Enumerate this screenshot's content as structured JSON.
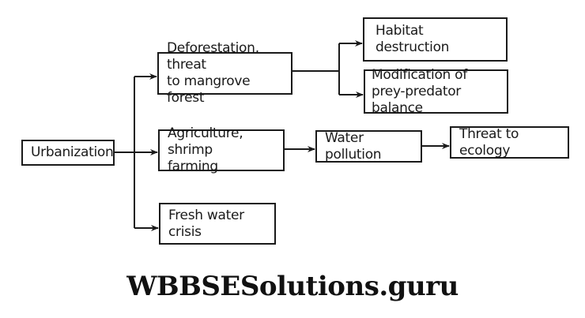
{
  "diagram": {
    "type": "flowchart",
    "nodes": {
      "urbanization": "Urbanization",
      "deforestation_l1": "Deforestation, threat",
      "deforestation_l2": "to mangrove forest",
      "agriculture_l1": "Agriculture, shrimp",
      "agriculture_l2": "farming",
      "fresh_water": "Fresh water crisis",
      "habitat": "Habitat destruction",
      "modification_l1": "Modification of",
      "modification_l2": "prey-predator balance",
      "water_pollution": "Water pollution",
      "threat_ecology": "Threat to ecology"
    },
    "edges": [
      [
        "Urbanization",
        "Deforestation, threat to mangrove forest"
      ],
      [
        "Urbanization",
        "Agriculture, shrimp farming"
      ],
      [
        "Urbanization",
        "Fresh water crisis"
      ],
      [
        "Deforestation, threat to mangrove forest",
        "Habitat destruction"
      ],
      [
        "Deforestation, threat to mangrove forest",
        "Modification of prey-predator balance"
      ],
      [
        "Agriculture, shrimp farming",
        "Water pollution"
      ],
      [
        "Water pollution",
        "Threat to ecology"
      ]
    ]
  },
  "watermark": "WBBSESolutions.guru"
}
